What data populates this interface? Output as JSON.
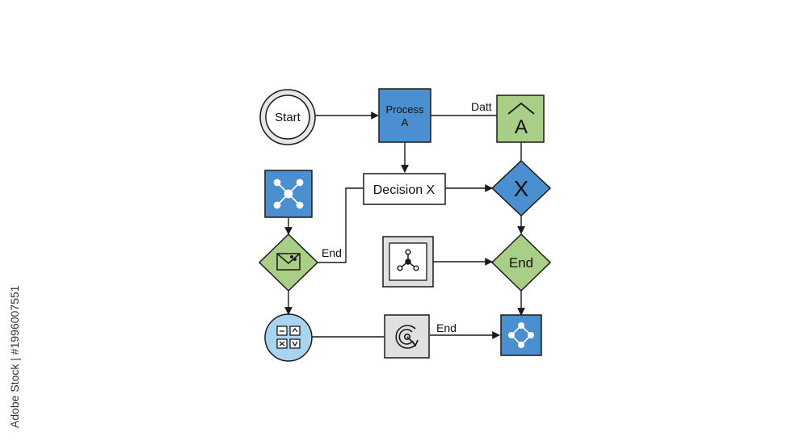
{
  "diagram": {
    "nodes": {
      "start": {
        "label": "Start"
      },
      "process_a": {
        "label": "Process A"
      },
      "a_box": {
        "label": "A"
      },
      "decision_x": {
        "label": "Decision X"
      },
      "x_diamond": {
        "label": "X"
      },
      "end_diamond": {
        "label": "End"
      }
    },
    "edge_labels": {
      "datt": "Datt",
      "end_left": "End",
      "end_bottom": "End"
    }
  },
  "watermark": {
    "text": "Adobe Stock | #1996007551"
  },
  "colors": {
    "blue": "#4a8fcf",
    "green": "#a8cf85",
    "grey": "#e0e0e0",
    "light_blue": "#a9d4ef",
    "stroke": "#1a1a1a"
  },
  "icons": {
    "network-hub": "network-hub-icon",
    "envelope": "envelope-icon",
    "calculator-keys": "calculator-keys-icon",
    "hub-nodes": "hub-nodes-icon",
    "refresh-c": "refresh-c-icon",
    "loop-nodes": "loop-nodes-icon"
  }
}
